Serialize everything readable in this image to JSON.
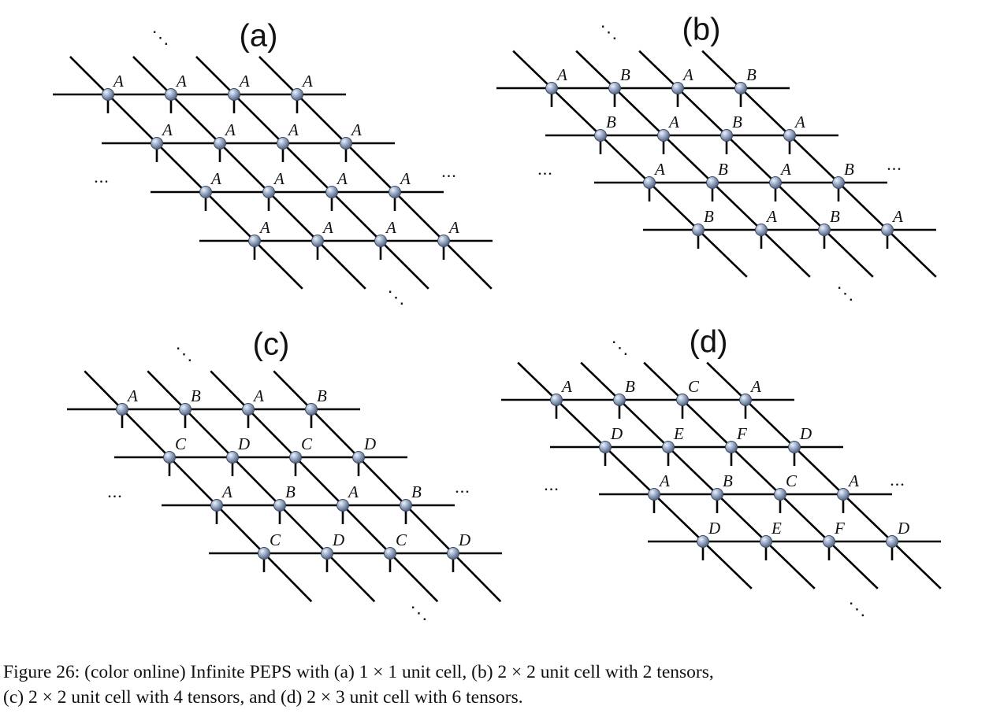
{
  "figure": {
    "panels": [
      {
        "title": "(a)",
        "rows": [
          [
            "A",
            "A",
            "A",
            "A"
          ],
          [
            "A",
            "A",
            "A",
            "A"
          ],
          [
            "A",
            "A",
            "A",
            "A"
          ],
          [
            "A",
            "A",
            "A",
            "A"
          ]
        ]
      },
      {
        "title": "(b)",
        "rows": [
          [
            "A",
            "B",
            "A",
            "B"
          ],
          [
            "B",
            "A",
            "B",
            "A"
          ],
          [
            "A",
            "B",
            "A",
            "B"
          ],
          [
            "B",
            "A",
            "B",
            "A"
          ]
        ]
      },
      {
        "title": "(c)",
        "rows": [
          [
            "A",
            "B",
            "A",
            "B"
          ],
          [
            "C",
            "D",
            "C",
            "D"
          ],
          [
            "A",
            "B",
            "A",
            "B"
          ],
          [
            "C",
            "D",
            "C",
            "D"
          ]
        ]
      },
      {
        "title": "(d)",
        "rows": [
          [
            "A",
            "B",
            "C",
            "A"
          ],
          [
            "D",
            "E",
            "F",
            "D"
          ],
          [
            "A",
            "B",
            "C",
            "A"
          ],
          [
            "D",
            "E",
            "F",
            "D"
          ]
        ]
      }
    ],
    "ellipsis": "...",
    "diag_ellipsis": "⋱",
    "node_color": "#8b9ab8"
  },
  "caption": {
    "line1": "Figure 26: (color online) Infinite PEPS with (a) 1 × 1 unit cell, (b) 2 × 2 unit cell with 2 tensors,",
    "line2": "(c) 2 × 2 unit cell with 4 tensors, and (d) 2 × 3 unit cell with 6 tensors."
  }
}
